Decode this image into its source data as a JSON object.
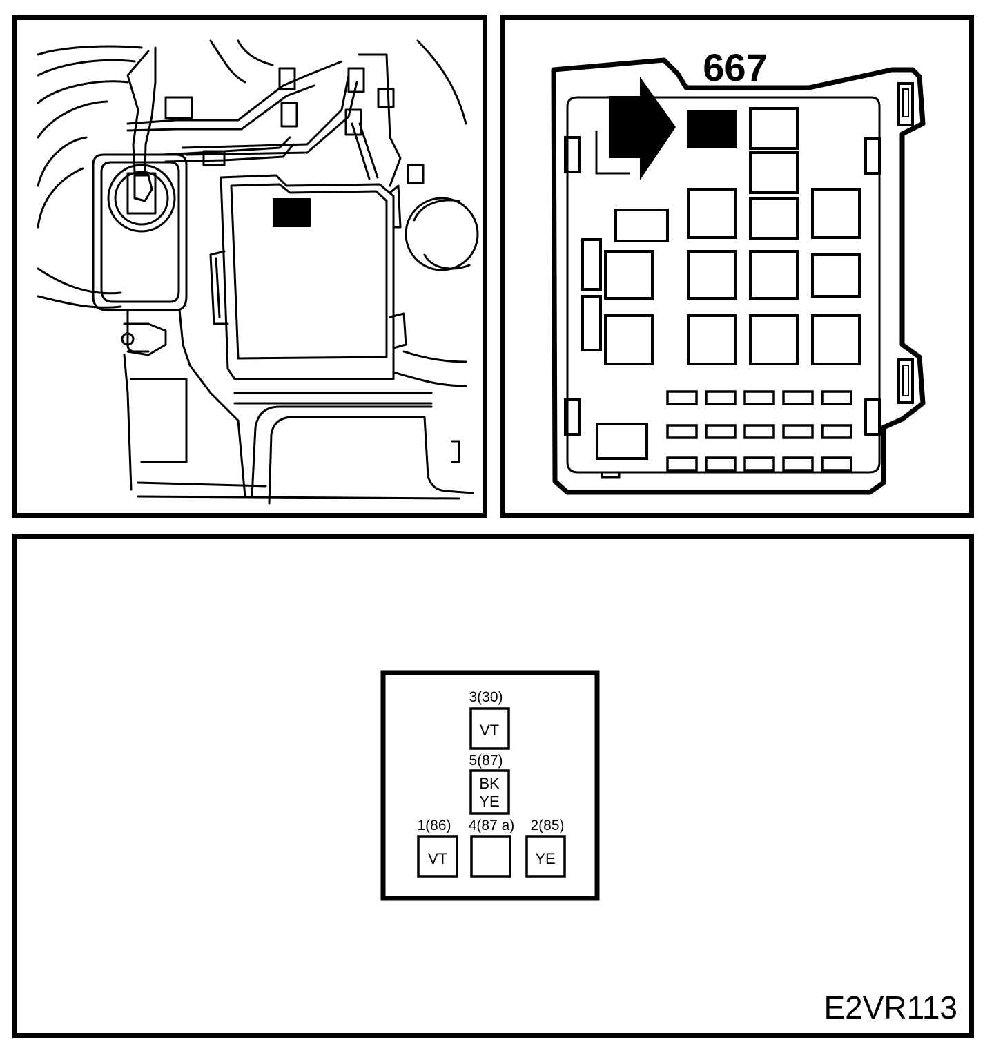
{
  "fusebox": {
    "component_number": "667"
  },
  "connector": {
    "pins": [
      {
        "label": "3(30)",
        "color": "VT",
        "color2": ""
      },
      {
        "label": "5(87)",
        "color": "BK",
        "color2": "YE"
      },
      {
        "label": "1(86)",
        "color": "VT",
        "color2": ""
      },
      {
        "label": "4(87 a)",
        "color": "",
        "color2": ""
      },
      {
        "label": "2(85)",
        "color": "YE",
        "color2": ""
      }
    ]
  },
  "figure_code": "E2VR113",
  "colors": {
    "line": "#000000",
    "background": "#ffffff"
  },
  "icons": {
    "arrow": "right-arrow-icon"
  }
}
